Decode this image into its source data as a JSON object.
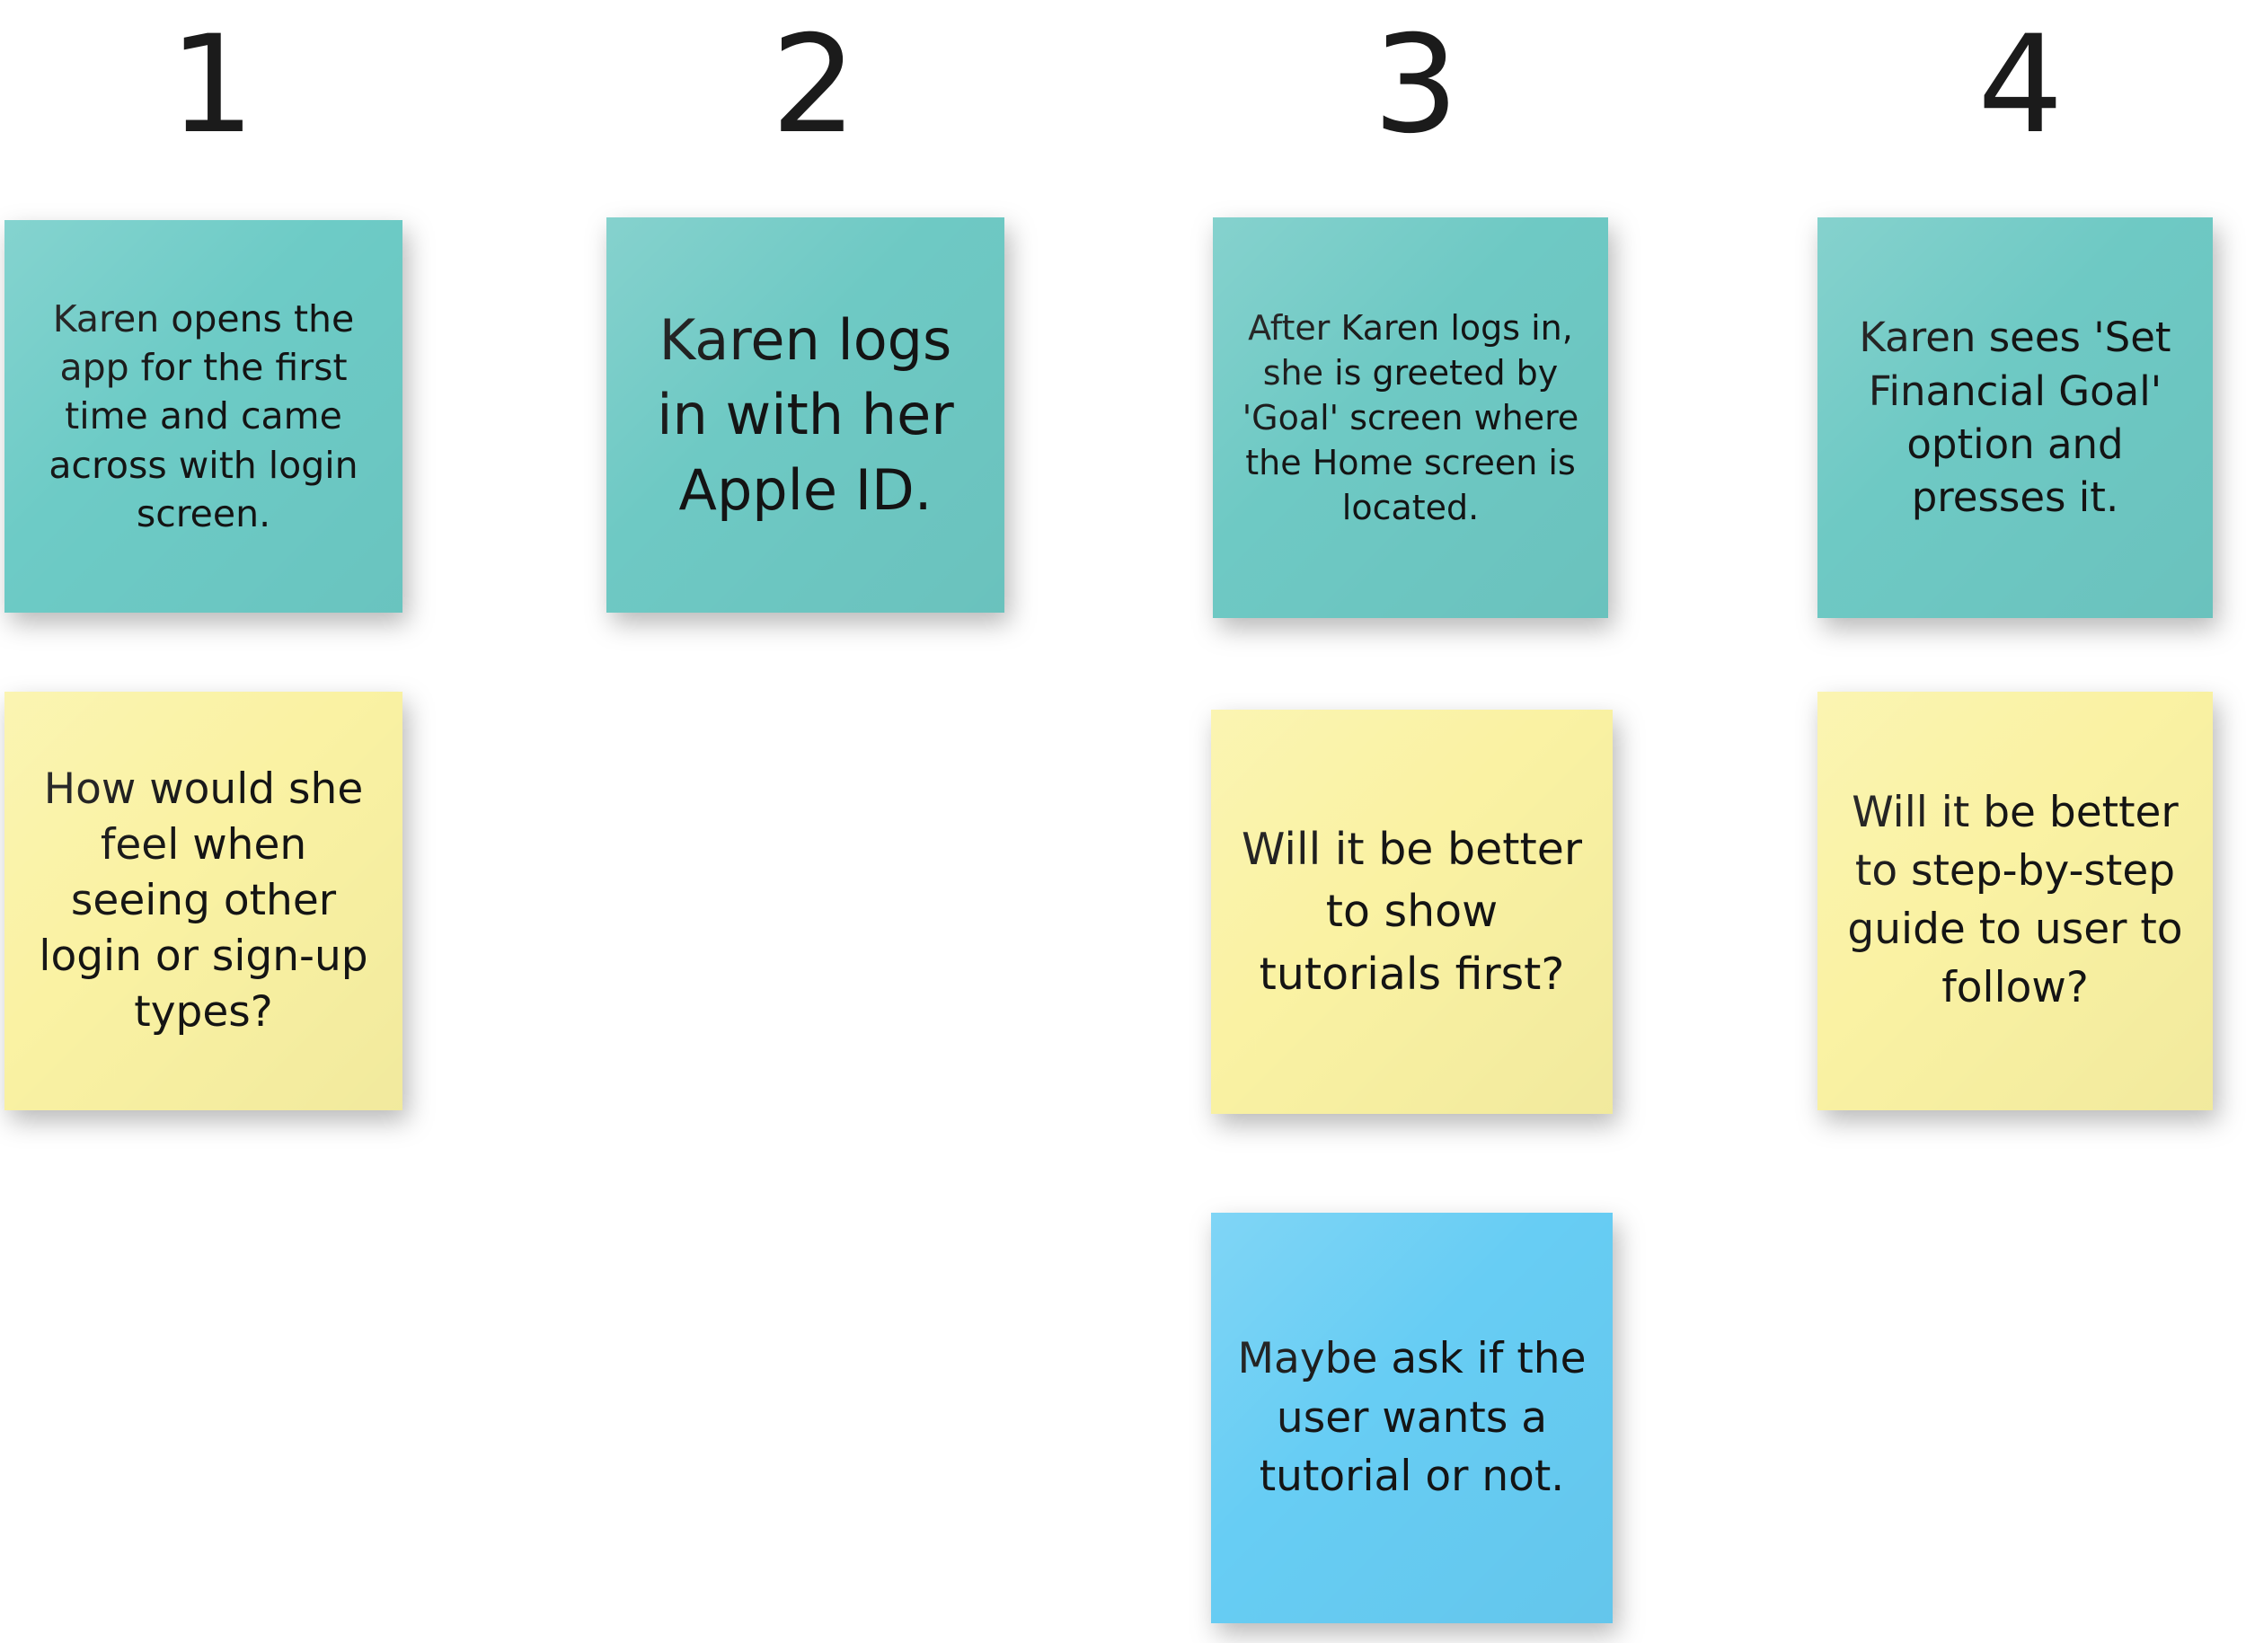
{
  "board": {
    "title": "User storyboard sticky note wall",
    "background_color": "#ffffff",
    "colors": {
      "teal": "#6dcbc6",
      "yellow": "#faf2a3",
      "blue": "#67cdf4",
      "text": "#141414",
      "number": "#1b1b1b"
    }
  },
  "columns": [
    {
      "number": "1"
    },
    {
      "number": "2"
    },
    {
      "number": "3"
    },
    {
      "number": "4"
    }
  ],
  "notes": {
    "col1": {
      "action": "Karen opens the app for the first time and came across with login screen.",
      "question": "How would she feel when seeing other login or sign-up types?"
    },
    "col2": {
      "action": "Karen logs in with her Apple ID."
    },
    "col3": {
      "action": "After Karen logs in, she is greeted by 'Goal' screen where the Home screen is located.",
      "question": "Will it be better to show tutorials first?",
      "idea": "Maybe ask if the user wants a tutorial or not."
    },
    "col4": {
      "action": "Karen sees 'Set Financial Goal' option and presses it.",
      "question": "Will it be better to step-by-step guide to user to follow?"
    }
  }
}
